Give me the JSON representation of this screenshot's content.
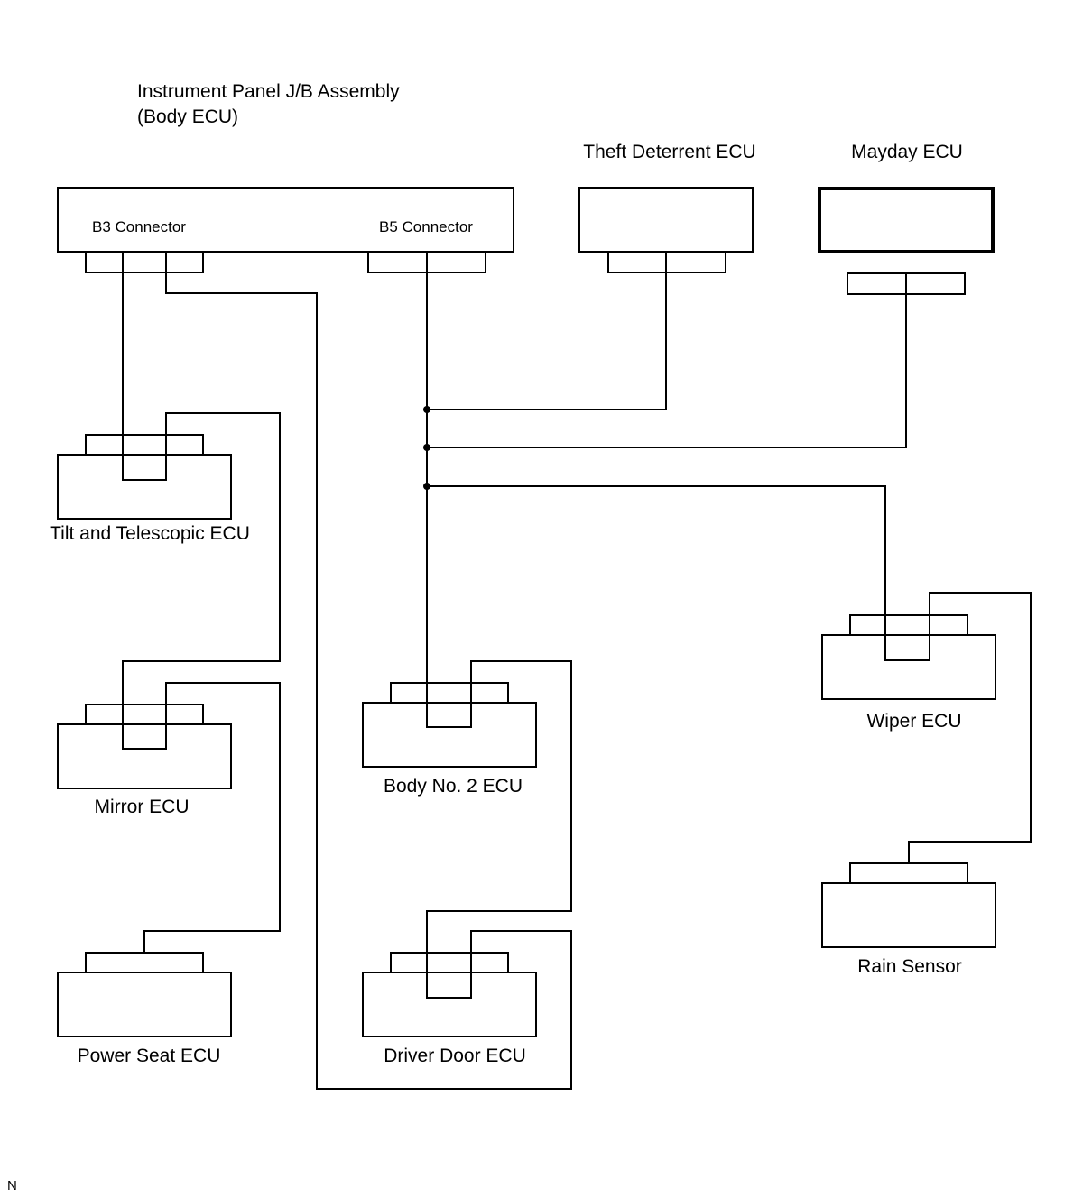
{
  "labels": {
    "body_ecu_line1": "Instrument Panel J/B Assembly",
    "body_ecu_line2": "(Body ECU)",
    "b3_connector": "B3 Connector",
    "b5_connector": "B5 Connector",
    "theft_deterrent": "Theft Deterrent ECU",
    "mayday": "Mayday ECU",
    "tilt_telescopic": "Tilt and Telescopic ECU",
    "mirror": "Mirror ECU",
    "power_seat": "Power Seat ECU",
    "body_no2": "Body No. 2 ECU",
    "driver_door": "Driver Door ECU",
    "wiper": "Wiper ECU",
    "rain_sensor": "Rain Sensor",
    "footer": "N"
  }
}
